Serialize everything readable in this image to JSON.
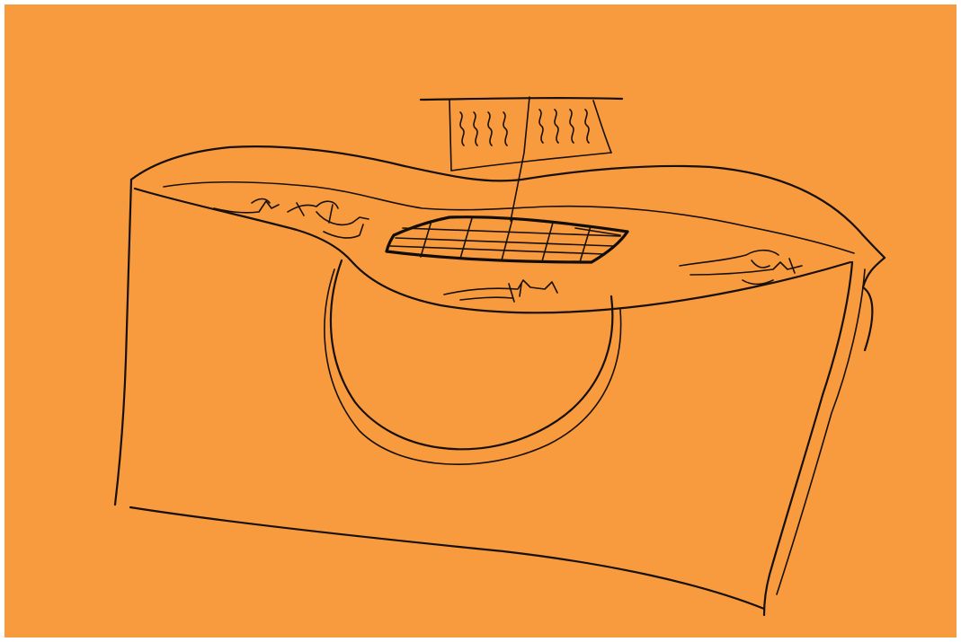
{
  "colors": {
    "paper": "#f89a3e",
    "ink": "#161009",
    "border": "#ffffff"
  },
  "sketch": {
    "subject": "block-with-grid-and-screen",
    "elements": [
      "block-outline",
      "top-surface",
      "semicircle-cutout",
      "grid-panel",
      "hanging-screen",
      "figures"
    ]
  }
}
